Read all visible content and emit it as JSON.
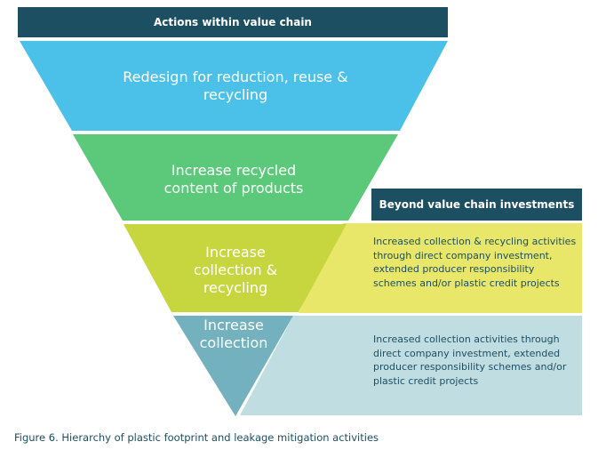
{
  "header_top": "Actions within value chain",
  "header_side": "Beyond value chain investments",
  "tiers": [
    {
      "label": "Redesign for reduction, reuse & recycling",
      "color": "#4bc0e9"
    },
    {
      "label": "Increase recycled content of products",
      "color": "#5cc97a"
    },
    {
      "label": "Increase collection & recycling",
      "color": "#c7d63e"
    },
    {
      "label": "Increase collection",
      "color": "#72b1bd"
    }
  ],
  "side_boxes": [
    {
      "text": "Increased collection & recycling activities through direct company investment, extended producer responsibility schemes and/or plastic credit projects",
      "color": "#e8e76a"
    },
    {
      "text": "Increased collection activities through direct company investment, extended producer responsibility schemes and/or plastic credit projects",
      "color": "#c0dde1"
    }
  ],
  "caption": "Figure 6. Hierarchy of plastic footprint and leakage mitigation activities",
  "colors": {
    "header": "#1d4f63",
    "text": "#1d4f63"
  }
}
